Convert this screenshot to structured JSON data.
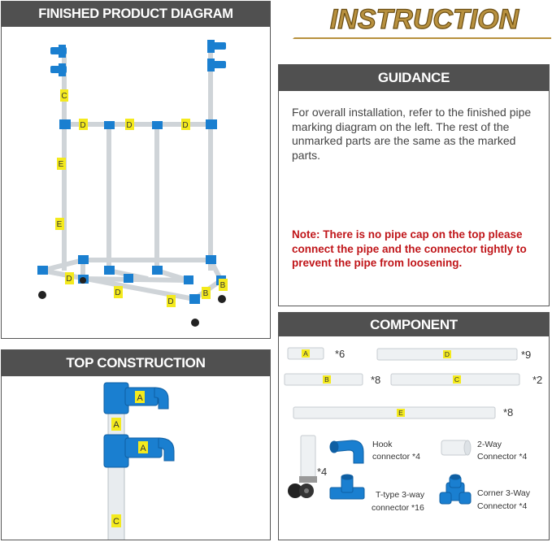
{
  "banner": {
    "title": "INSTRUCTION"
  },
  "finished": {
    "title": "FINISHED PRODUCT DIAGRAM",
    "labels": [
      "C",
      "D",
      "D",
      "D",
      "E",
      "E",
      "D",
      "D",
      "D",
      "B",
      "B"
    ]
  },
  "topcons": {
    "title": "TOP CONSTRUCTION",
    "labels": [
      "A",
      "A",
      "A",
      "C"
    ]
  },
  "guidance": {
    "title": "GUIDANCE",
    "text": "For overall installation, refer to the finished pipe marking diagram on the left. The rest of the unmarked parts are the same as the marked parts.",
    "note": "Note: There is no pipe cap on the top please connect the pipe and the connector tightly to prevent the pipe from loosening."
  },
  "component": {
    "title": "COMPONENT",
    "pipes": [
      {
        "label": "A",
        "count": "*6"
      },
      {
        "label": "D",
        "count": "*9"
      },
      {
        "label": "B",
        "count": "*8"
      },
      {
        "label": "C",
        "count": "*2"
      },
      {
        "label": "E",
        "count": "*8"
      }
    ],
    "wheel_count": "*4",
    "connectors": [
      {
        "name_line1": "Hook",
        "name_line2": "connector *4"
      },
      {
        "name_line1": "2-Way",
        "name_line2": "Connector *4"
      },
      {
        "name_line1": "T-type 3-way",
        "name_line2": "connector *16"
      },
      {
        "name_line1": "Corner 3-Way",
        "name_line2": "Connector *4"
      }
    ]
  },
  "colors": {
    "header": "#505050",
    "accent_gold": "#b8913f",
    "connector_blue": "#1a7fd0",
    "label_yellow": "#f4ea1d",
    "note_red": "#c0161a"
  }
}
